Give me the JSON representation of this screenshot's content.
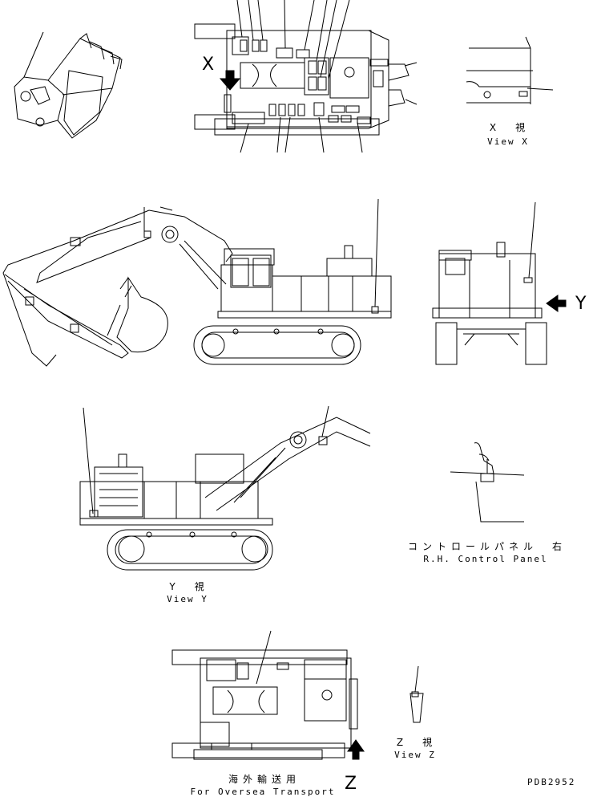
{
  "markers": {
    "x": "X",
    "y": "Y",
    "z": "Z"
  },
  "views": {
    "view_x_jp": "X　視",
    "view_x_en": "View X",
    "view_y_jp": "Y　視",
    "view_y_en": "View Y",
    "view_z_jp": "Z　視",
    "view_z_en": "View Z",
    "control_panel_jp": "コントロールパネル　右",
    "control_panel_en": "R.H. Control Panel",
    "oversea_jp": "海外輸送用",
    "oversea_en": "For Oversea Transport"
  },
  "drawing_code": "PDB2952"
}
